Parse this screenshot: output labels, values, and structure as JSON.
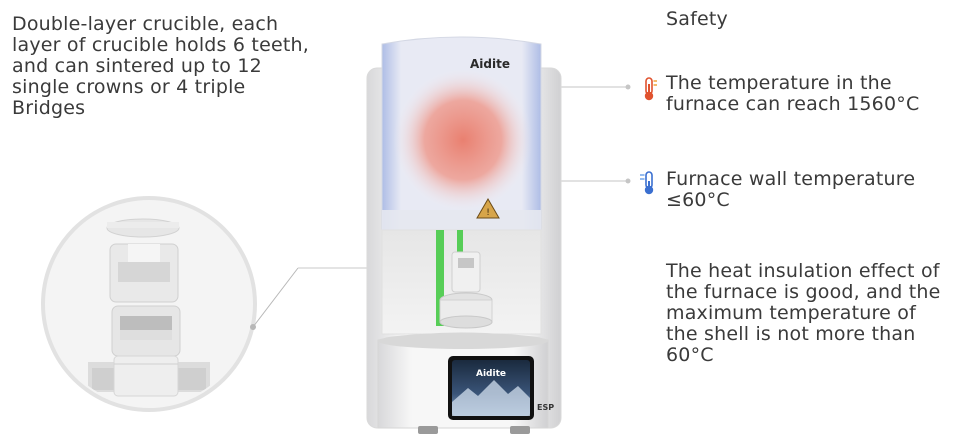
{
  "crucible": {
    "description": "Double-layer crucible, each\nlayer of crucible holds 6 teeth,\nand can sintered up to 12\nsingle crowns or 4 triple\nBridges"
  },
  "safety": {
    "heading": "Safety",
    "furnace_temp": "The temperature in the\nfurnace can reach 1560°C",
    "wall_temp": "Furnace wall temperature\n≤60°C",
    "insulation": "The heat insulation effect of\nthe furnace is good, and the\nmaximum temperature of\nthe shell is not more than\n60°C"
  },
  "device": {
    "brand_top": "Aidite",
    "brand_screen": "Aidite",
    "model": "ESP"
  },
  "icons": {
    "hot": "thermometer-hot-icon",
    "cold": "thermometer-cold-icon",
    "warning": "heat-warning-icon"
  },
  "colors": {
    "hot": "#e0522e",
    "cold": "#3a6fd0",
    "accent_green": "#3cc83c"
  }
}
